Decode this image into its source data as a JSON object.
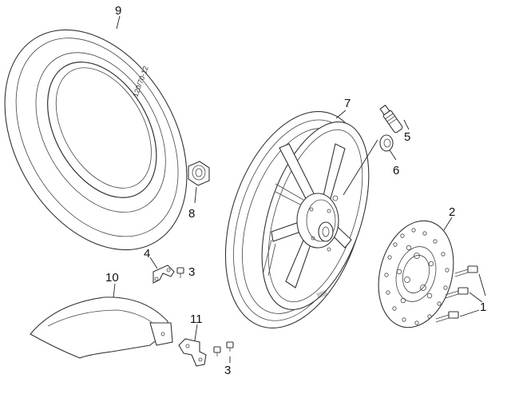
{
  "tyre_size_marking": "120/70-12",
  "rim_marking": "▒▒▒",
  "callouts": {
    "tyre": "9",
    "wheel_rim": "7",
    "valve": "5",
    "valve_nut": "6",
    "axle_nut": "8",
    "brake_disc": "2",
    "disc_bolts": "1",
    "bracket_small": "4",
    "screw_upper": "3",
    "mudguard": "10",
    "bracket_plate": "11",
    "screw_lower": "3"
  }
}
